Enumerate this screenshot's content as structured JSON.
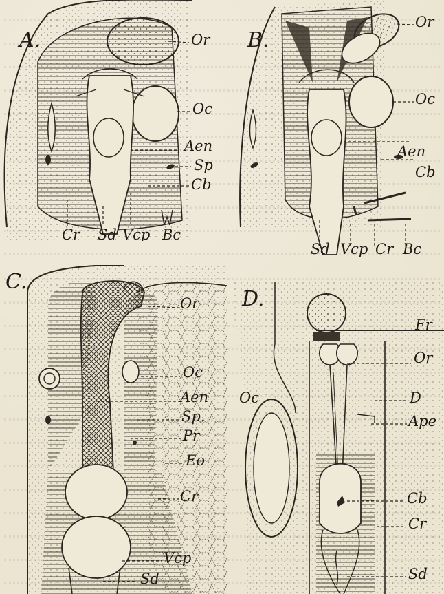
{
  "panels": [
    {
      "letter": "A.",
      "labels": {
        "or": "Or",
        "oc": "Oc",
        "aen": "Aen",
        "sp": "Sp",
        "cb": "Cb",
        "cr": "Cr",
        "sd": "Sd",
        "vcp": "Vcp",
        "bc": "Bc"
      }
    },
    {
      "letter": "B.",
      "labels": {
        "or": "Or",
        "oc": "Oc",
        "aen": "Aen",
        "cb": "Cb",
        "sd": "Sd",
        "vcp": "Vcp",
        "cr": "Cr",
        "bc": "Bc"
      }
    },
    {
      "letter": "C.",
      "labels": {
        "or": "Or",
        "oc": "Oc",
        "aen": "Aen",
        "sp": "Sp.",
        "pr": "Pr",
        "eo": "Eo",
        "cr": "Cr",
        "vcp": "Vcp",
        "sd": "Sd"
      }
    },
    {
      "letter": "D.",
      "labels": {
        "fr": "Fr",
        "or": "Or",
        "oc": "Oc",
        "d": "D",
        "ape": "Ape",
        "cb": "Cb",
        "cr": "Cr",
        "sd": "Sd"
      }
    }
  ]
}
